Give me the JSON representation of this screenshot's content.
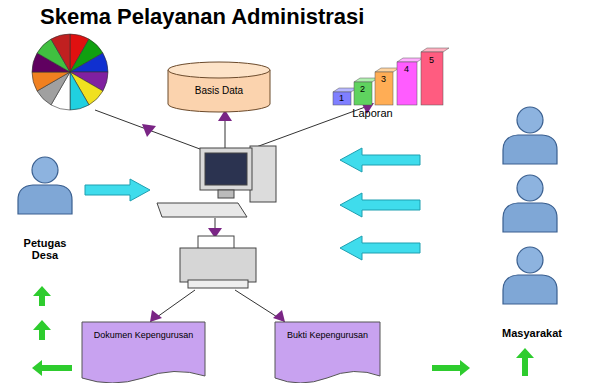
{
  "diagram": {
    "title": "Skema Pelayanan Administrasi",
    "nodes": [
      {
        "text": [
          "Basis Data"
        ]
      },
      {
        "text": [
          "Laporan"
        ]
      },
      {
        "text": [
          "Petugas Desa"
        ]
      },
      {
        "text": [
          "Masyarakat"
        ]
      },
      {
        "text": [
          "Dokumen Kepengurusan"
        ]
      },
      {
        "text": [
          "Bukti Kepengurusan"
        ]
      }
    ],
    "labels": [
      "1",
      "2",
      "3",
      "4",
      "5"
    ]
  }
}
